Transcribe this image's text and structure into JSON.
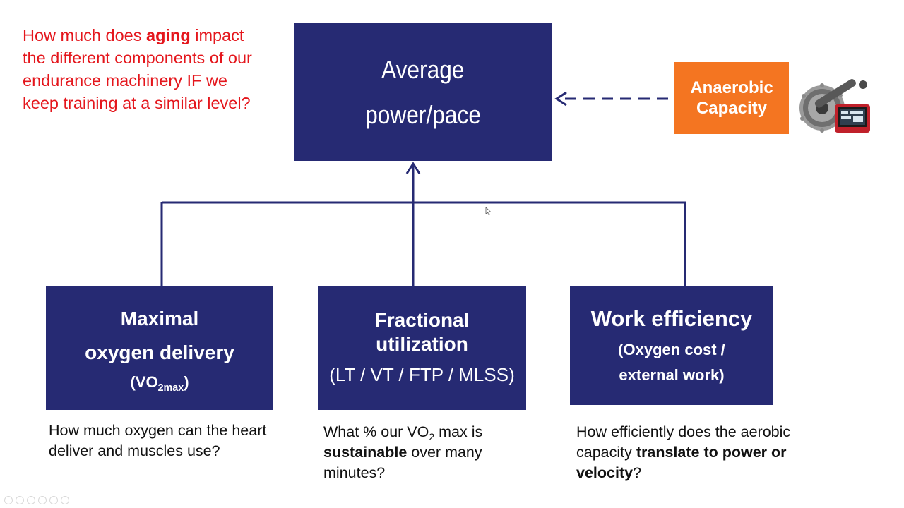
{
  "question": {
    "part1": "How much does ",
    "highlight": "aging",
    "part2": " impact the different components of our endurance machinery IF we keep training at a similar level?"
  },
  "main_box": {
    "line1": "Average",
    "line2": "power/pace"
  },
  "anaerobic": {
    "line1": "Anaerobic",
    "line2": "Capacity"
  },
  "boxes": [
    {
      "title_line1": "Maximal",
      "title_line2": "oxygen delivery",
      "sub_prefix": "(VO",
      "sub_subscript": "2max",
      "sub_suffix": ")"
    },
    {
      "title_line1": "Fractional",
      "title_line2": "utilization",
      "sub": "(LT / VT / FTP / MLSS)"
    },
    {
      "title": "Work efficiency",
      "sub_line1": "(Oxygen cost /",
      "sub_line2": "external work)"
    }
  ],
  "descriptions": [
    {
      "text": "How much oxygen can the heart deliver and muscles use?"
    },
    {
      "prefix": "What % our VO",
      "subscript": "2",
      "mid": " max is ",
      "bold": "sustainable",
      "suffix": " over many minutes?"
    },
    {
      "prefix": "How efficiently does the aerobic capacity ",
      "bold": "translate to power or velocity",
      "suffix": "?"
    }
  ],
  "colors": {
    "navy": "#262a73",
    "orange": "#f47521",
    "question_red": "#e4161c"
  },
  "icons": [
    "power-meter-crank-icon",
    "mouse-cursor-icon"
  ]
}
